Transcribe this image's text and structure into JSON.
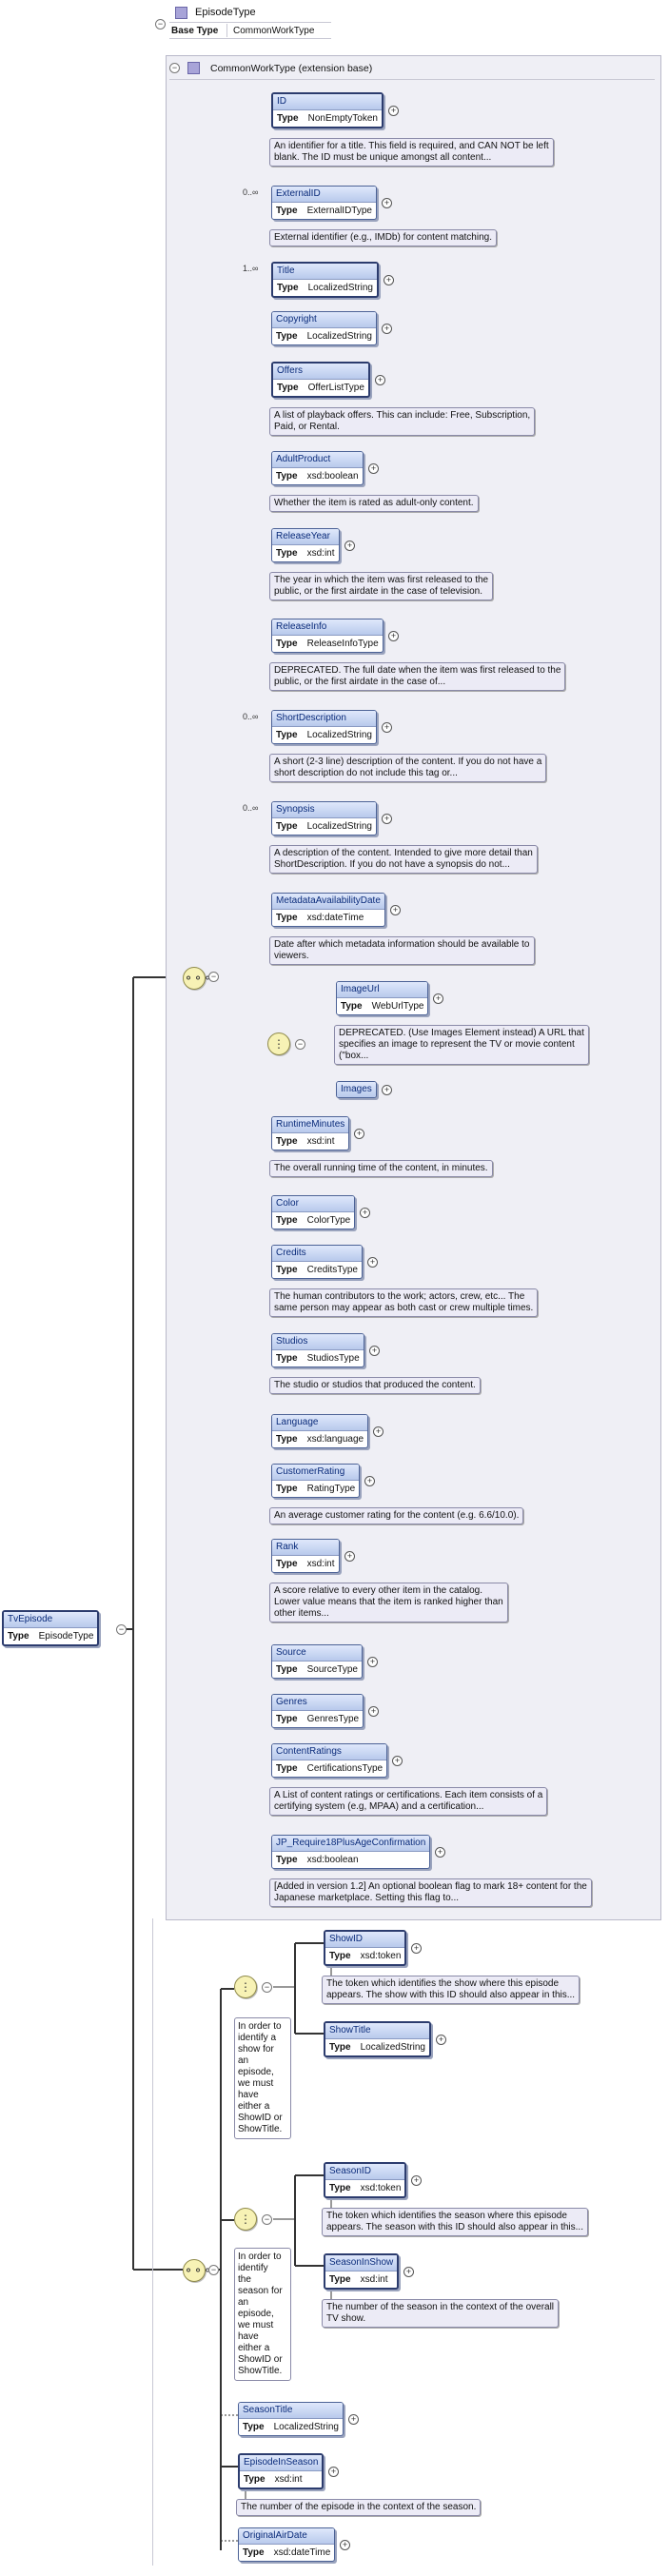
{
  "header": {
    "type_name": "EpisodeType",
    "base_type_label": "Base Type",
    "base_type_value": "CommonWorkType"
  },
  "extension": {
    "title": "CommonWorkType (extension base)"
  },
  "type_label": "Type",
  "icons": {
    "class": "class-icon",
    "sequence": "sequence-icon",
    "choice": "choice-icon",
    "expand": "plus-icon",
    "collapse": "minus-icon"
  },
  "root": {
    "name": "TvEpisode",
    "type": "EpisodeType"
  },
  "common_elements": [
    {
      "name": "ID",
      "type": "NonEmptyToken",
      "mult": "",
      "doc": [
        "An identifier for a title. This field is required, and CAN NOT be left",
        "blank. The ID must be unique amongst all content..."
      ]
    },
    {
      "name": "ExternalID",
      "type": "ExternalIDType",
      "mult": "0..∞",
      "doc": [
        "External identifier (e.g., IMDb) for content matching."
      ]
    },
    {
      "name": "Title",
      "type": "LocalizedString",
      "mult": "1..∞",
      "doc": []
    },
    {
      "name": "Copyright",
      "type": "LocalizedString",
      "mult": "",
      "doc": []
    },
    {
      "name": "Offers",
      "type": "OfferListType",
      "mult": "",
      "doc": [
        "A list of playback offers. This can include: Free, Subscription,",
        "Paid, or Rental."
      ]
    },
    {
      "name": "AdultProduct",
      "type": "xsd:boolean",
      "mult": "",
      "doc": [
        "Whether the item is rated as adult-only content."
      ]
    },
    {
      "name": "ReleaseYear",
      "type": "xsd:int",
      "mult": "",
      "doc": [
        "The year in which the item was first released to the",
        "public, or the first airdate in the case of television."
      ]
    },
    {
      "name": "ReleaseInfo",
      "type": "ReleaseInfoType",
      "mult": "",
      "doc": [
        "DEPRECATED. The full date when the item was first released to the",
        "public, or the first airdate in the case of..."
      ]
    },
    {
      "name": "ShortDescription",
      "type": "LocalizedString",
      "mult": "0..∞",
      "doc": [
        "A short (2-3 line) description of the content. If you do not have a",
        "short description do not include this tag or..."
      ]
    },
    {
      "name": "Synopsis",
      "type": "LocalizedString",
      "mult": "0..∞",
      "doc": [
        "A description of the content. Intended to give more detail than",
        "ShortDescription. If you do not have a synopsis do not..."
      ]
    },
    {
      "name": "MetadataAvailabilityDate",
      "type": "xsd:dateTime",
      "mult": "",
      "doc": [
        "Date after which metadata information should be available to",
        "viewers."
      ]
    }
  ],
  "image_choice": [
    {
      "name": "ImageUrl",
      "type": "WebUrlType",
      "doc": [
        "DEPRECATED. (Use Images Element instead) A URL that",
        "specifies an image to represent the TV or movie content",
        "(\"box..."
      ]
    },
    {
      "name": "Images",
      "type": "",
      "doc": []
    }
  ],
  "common_elements_2": [
    {
      "name": "RuntimeMinutes",
      "type": "xsd:int",
      "doc": [
        "The overall running time of the content, in minutes."
      ]
    },
    {
      "name": "Color",
      "type": "ColorType",
      "doc": []
    },
    {
      "name": "Credits",
      "type": "CreditsType",
      "doc": [
        "The human contributors to the work; actors, crew, etc... The",
        "same person may appear as both cast or crew multiple times."
      ]
    },
    {
      "name": "Studios",
      "type": "StudiosType",
      "doc": [
        "The studio or studios that produced the content."
      ]
    },
    {
      "name": "Language",
      "type": "xsd:language",
      "doc": []
    },
    {
      "name": "CustomerRating",
      "type": "RatingType",
      "doc": [
        "An average customer rating for the content (e.g. 6.6/10.0)."
      ]
    },
    {
      "name": "Rank",
      "type": "xsd:int",
      "doc": [
        "A score relative to every other item in the catalog.",
        "Lower value means that the item is ranked higher than",
        "other items..."
      ]
    },
    {
      "name": "Source",
      "type": "SourceType",
      "doc": []
    },
    {
      "name": "Genres",
      "type": "GenresType",
      "doc": []
    },
    {
      "name": "ContentRatings",
      "type": "CertificationsType",
      "doc": [
        "A List of content ratings or certifications. Each item consists of a",
        "certifying system (e.g, MPAA) and a certification..."
      ]
    },
    {
      "name": "JP_Require18PlusAgeConfirmation",
      "type": "xsd:boolean",
      "doc": [
        "[Added in version 1.2] An optional boolean flag to mark 18+ content for the",
        "Japanese marketplace. Setting this flag to..."
      ]
    }
  ],
  "show_choice": {
    "note": [
      "In order to",
      "identify a",
      "show for",
      "an",
      "episode,",
      "we must",
      "have",
      "either a",
      "ShowID or",
      "ShowTitle."
    ],
    "items": [
      {
        "name": "ShowID",
        "type": "xsd:token",
        "doc": [
          "The token which identifies the show where this episode",
          "appears. The show with this ID should also appear in this..."
        ]
      },
      {
        "name": "ShowTitle",
        "type": "LocalizedString",
        "doc": []
      }
    ]
  },
  "season_choice": {
    "note": [
      "In order to",
      "identify",
      "the",
      "season for",
      "an",
      "episode,",
      "we must",
      "have",
      "either a",
      "ShowID or",
      "ShowTitle."
    ],
    "items": [
      {
        "name": "SeasonID",
        "type": "xsd:token",
        "doc": [
          "The token which identifies the season where this episode",
          "appears. The season with this ID should also appear in this..."
        ]
      },
      {
        "name": "SeasonInShow",
        "type": "xsd:int",
        "doc": [
          "The number of the season in the context of the overall",
          "TV show."
        ]
      }
    ]
  },
  "episode_elements": [
    {
      "name": "SeasonTitle",
      "type": "LocalizedString",
      "doc": []
    },
    {
      "name": "EpisodeInSeason",
      "type": "xsd:int",
      "doc": [
        "The number of the episode in the context of the season."
      ]
    },
    {
      "name": "OriginalAirDate",
      "type": "xsd:dateTime",
      "doc": []
    }
  ]
}
